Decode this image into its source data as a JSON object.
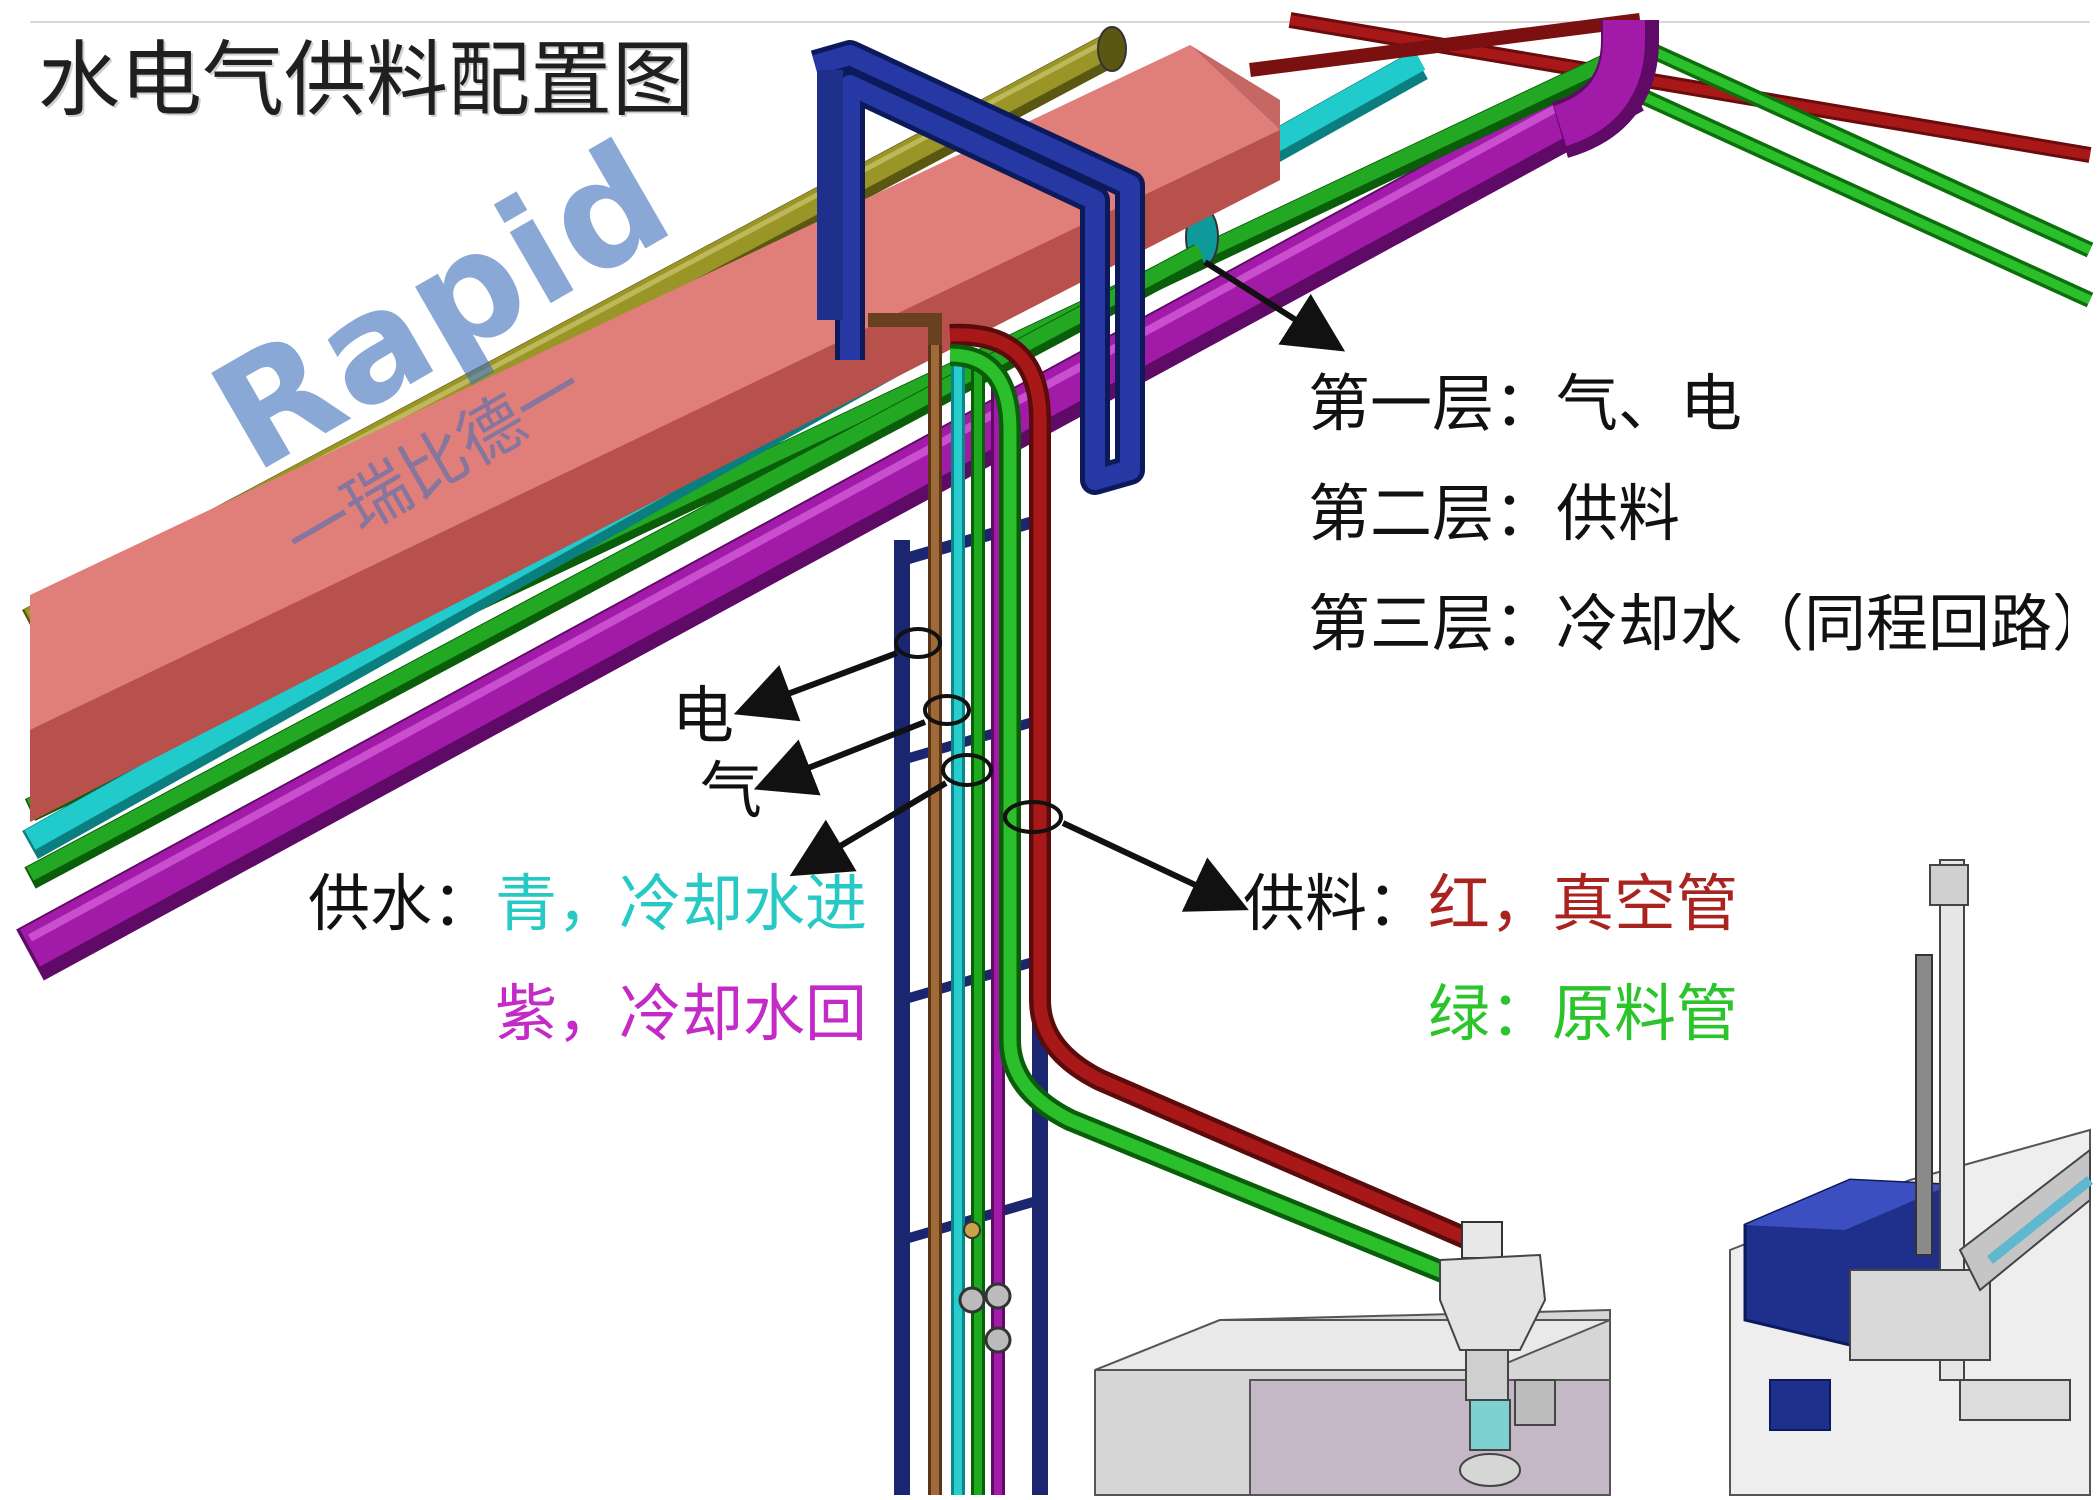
{
  "title": "水电气供料配置图",
  "watermark": {
    "brand": "Rapid",
    "cn": "一瑞比德一"
  },
  "layers": [
    {
      "text": "第一层：气、电"
    },
    {
      "text": "第二层：供料"
    },
    {
      "text": "第三层：冷却水（同程回路）"
    }
  ],
  "callouts": {
    "electric": "电",
    "gas": "气"
  },
  "water_legend": {
    "label": "供水：",
    "in_text": "青，冷却水进",
    "out_text": "紫，冷却水回",
    "in_color": "#27c9c4",
    "out_color": "#c32ac6"
  },
  "feed_legend": {
    "label": "供料：",
    "vacuum_text": "红，真空管",
    "raw_text": "绿：原料管",
    "vacuum_color": "#a9231f",
    "raw_color": "#2bc42b"
  },
  "colors": {
    "olive_pipe": "#8b8620",
    "cable_tray": "#d9716d",
    "frame": "#1e2f8c",
    "cyan_pipe": "#1bc4c4",
    "green_pipe": "#1e9d1e",
    "purple_pipe": "#9b1aa3",
    "red_pipe": "#9a1616",
    "brown_pipe": "#8a5a2e"
  }
}
